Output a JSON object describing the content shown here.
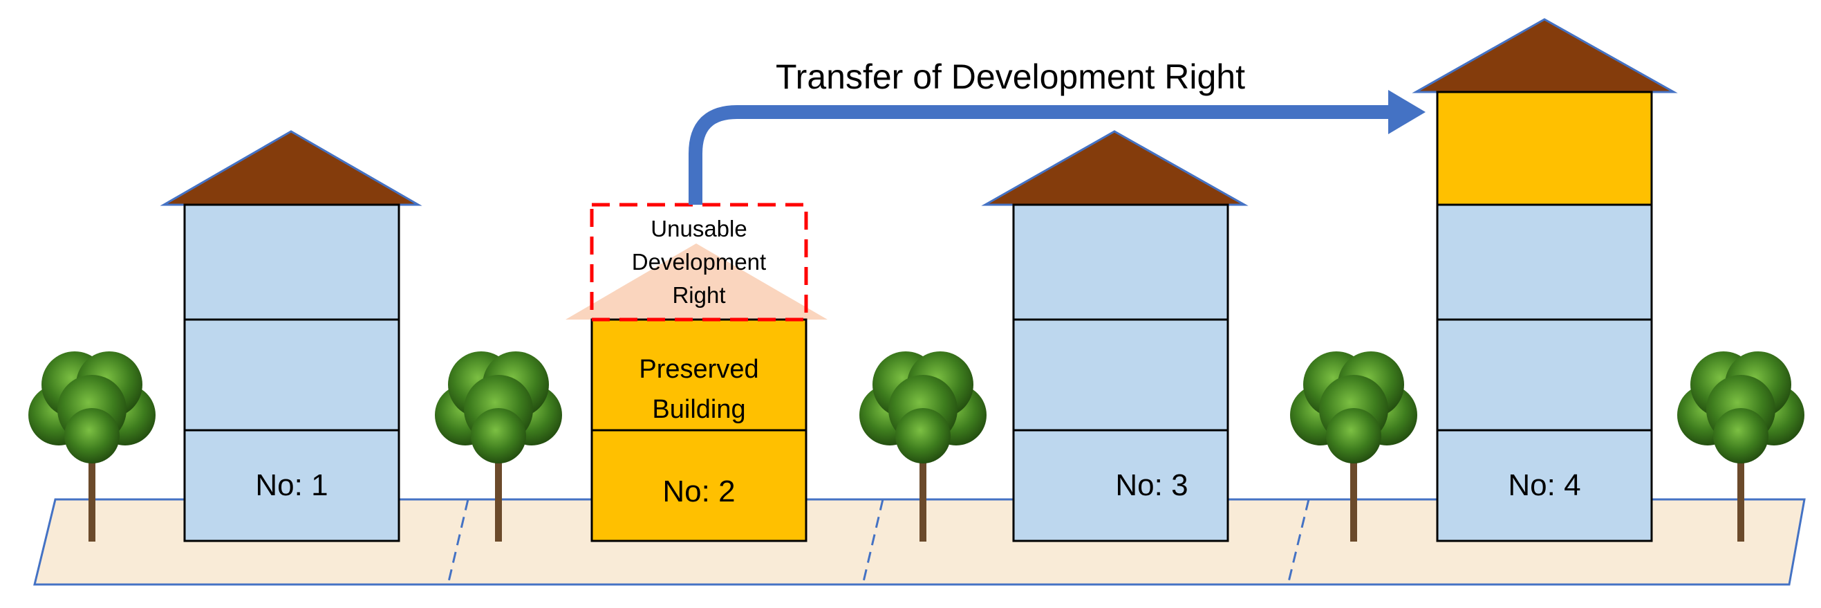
{
  "title": "Transfer of Development Right",
  "unusable_label": [
    "Unusable",
    "Development",
    "Right"
  ],
  "preserved_label": [
    "Preserved",
    "Building"
  ],
  "buildings": [
    {
      "id": 1,
      "label": "No: 1",
      "floors": 3,
      "kind": "regular"
    },
    {
      "id": 2,
      "label": "No: 2",
      "floors": 2,
      "kind": "preserved"
    },
    {
      "id": 3,
      "label": "No: 3",
      "floors": 3,
      "kind": "regular"
    },
    {
      "id": 4,
      "label": "No: 4",
      "floors": 4,
      "kind": "receiving"
    }
  ],
  "colors": {
    "roof": "#843C0C",
    "floor_blue": "#BDD7EE",
    "floor_orange": "#FFC000",
    "ground": "#F9EBD7",
    "ground_border": "#4472C4",
    "arrow": "#4472C4",
    "dashed_box": "#FF0000",
    "ghost_roof": "#FAD5BE",
    "tree_leaf": "#3E7D1E",
    "tree_trunk": "#6B4A2B"
  }
}
